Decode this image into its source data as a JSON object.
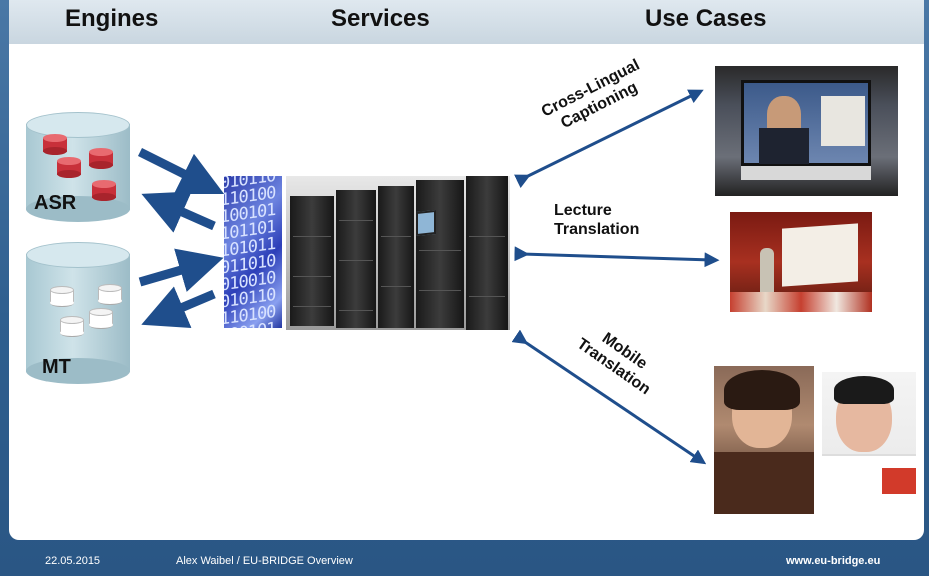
{
  "header": {
    "engines": "Engines",
    "services": "Services",
    "use_cases": "Use Cases"
  },
  "engines": {
    "asr_label": "ASR",
    "mt_label": "MT"
  },
  "use_cases": {
    "captioning_line1": "Cross-Lingual",
    "captioning_line2": "Captioning",
    "lecture_line1": "Lecture",
    "lecture_line2": "Translation",
    "mobile_line1": "Mobile",
    "mobile_line2": "Translation"
  },
  "binary_text": "0101101001011010110100101101001011010110",
  "footer": {
    "date": "22.05.2015",
    "author": "Alex Waibel / EU-BRIDGE Overview",
    "url": "www.eu-bridge.eu"
  },
  "colors": {
    "arrow": "#1f4e8c",
    "header_band": "#d3dee7",
    "page_border": "#2f5f8f"
  }
}
